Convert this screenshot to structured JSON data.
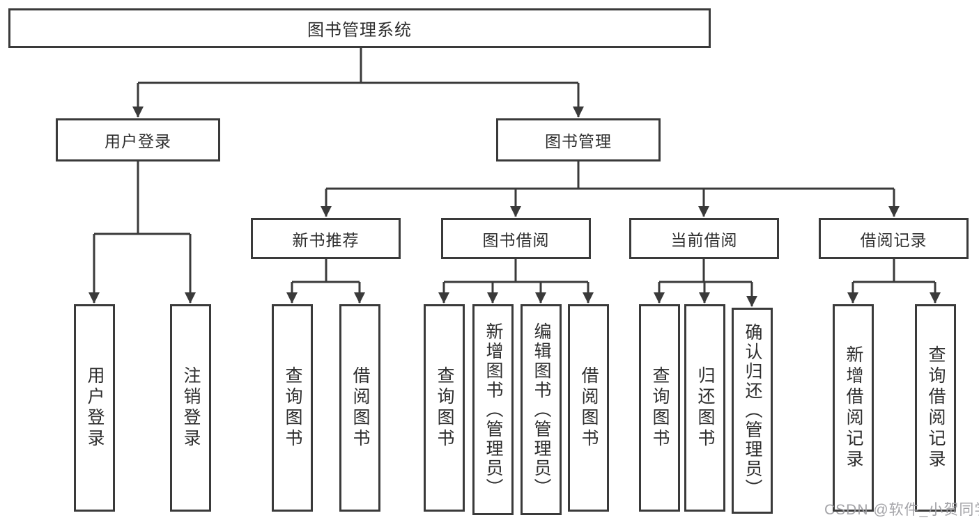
{
  "diagram": {
    "root": {
      "label": "图书管理系统"
    },
    "branches": [
      {
        "label": "用户登录",
        "children": [
          {
            "label": "用户登录"
          },
          {
            "label": "注销登录"
          }
        ]
      },
      {
        "label": "图书管理",
        "children": [
          {
            "label": "新书推荐",
            "children": [
              {
                "label": "查询图书"
              },
              {
                "label": "借阅图书"
              }
            ]
          },
          {
            "label": "图书借阅",
            "children": [
              {
                "label": "查询图书"
              },
              {
                "label": "新增图书（管理员）"
              },
              {
                "label": "编辑图书（管理员）"
              },
              {
                "label": "借阅图书"
              }
            ]
          },
          {
            "label": "当前借阅",
            "children": [
              {
                "label": "查询图书"
              },
              {
                "label": "归还图书"
              },
              {
                "label": "确认归还（管理员）"
              }
            ]
          },
          {
            "label": "借阅记录",
            "children": [
              {
                "label": "新增借阅记录"
              },
              {
                "label": "查询借阅记录"
              }
            ]
          }
        ]
      }
    ]
  },
  "watermark": {
    "text": "CSDN @软件_小贺同学"
  },
  "colors": {
    "line": "#3a3a3a",
    "text": "#2e2e2e",
    "background": "#ffffff",
    "watermark": "#9e9ea2"
  }
}
